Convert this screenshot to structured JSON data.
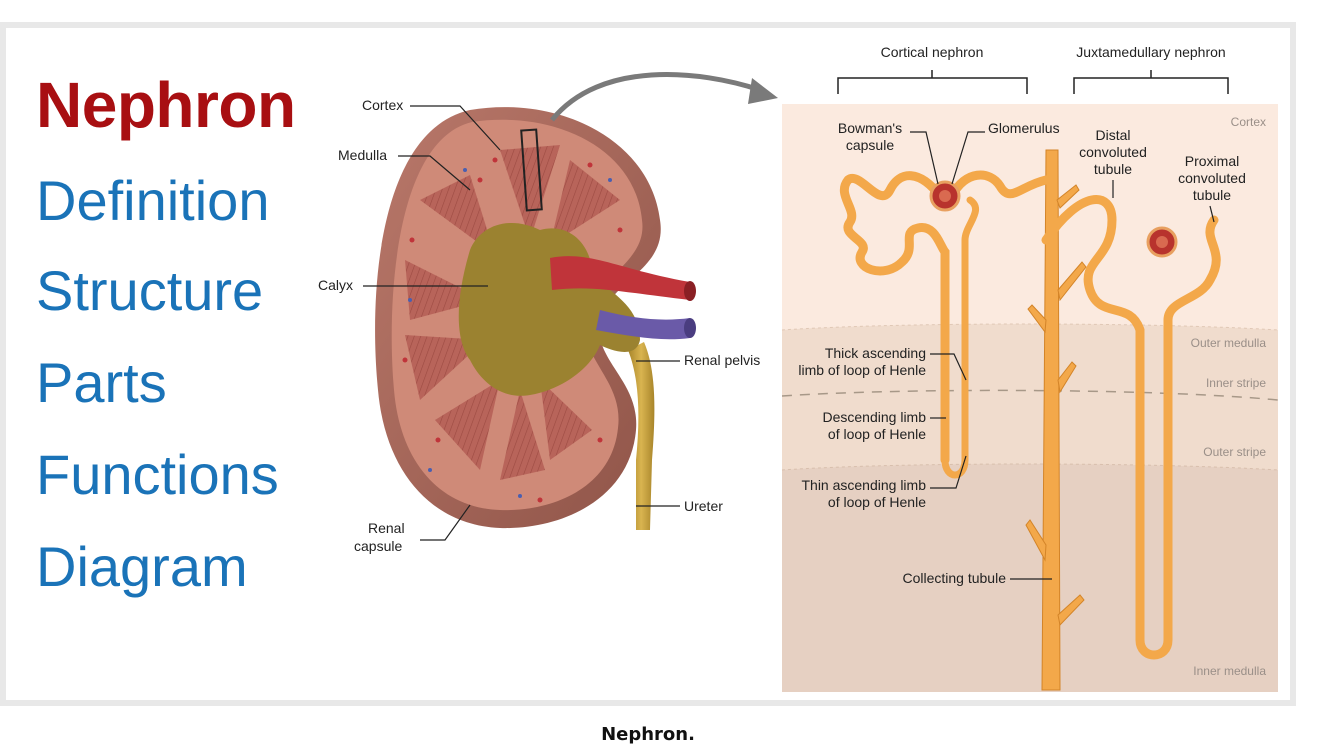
{
  "headline": {
    "title": "Nephron",
    "topics": [
      "Definition",
      "Structure",
      "Parts",
      "Functions",
      "Diagram"
    ]
  },
  "kidney_labels": {
    "cortex": "Cortex",
    "medulla": "Medulla",
    "calyx": "Calyx",
    "renal_pelvis": "Renal pelvis",
    "ureter": "Ureter",
    "renal_capsule_line1": "Renal",
    "renal_capsule_line2": "capsule"
  },
  "nephron_labels": {
    "cortical_nephron": "Cortical nephron",
    "juxtamedullary_nephron": "Juxtamedullary nephron",
    "bowmans_capsule_line1": "Bowman's",
    "bowmans_capsule_line2": "capsule",
    "glomerulus": "Glomerulus",
    "distal_line1": "Distal",
    "distal_line2": "convoluted",
    "distal_line3": "tubule",
    "proximal_line1": "Proximal",
    "proximal_line2": "convoluted",
    "proximal_line3": "tubule",
    "thick_ascending_line1": "Thick ascending",
    "thick_ascending_line2": "limb of loop of Henle",
    "descending_line1": "Descending limb",
    "descending_line2": "of loop of Henle",
    "thin_ascending_line1": "Thin ascending limb",
    "thin_ascending_line2": "of loop of Henle",
    "collecting_tubule": "Collecting tubule"
  },
  "zone_labels": {
    "cortex": "Cortex",
    "outer_medulla": "Outer medulla",
    "inner_stripe": "Inner stripe",
    "outer_stripe": "Outer stripe",
    "inner_medulla": "Inner medulla"
  },
  "caption": "Nephron.",
  "colors": {
    "title_red": "#a80f12",
    "topic_blue": "#1a73b8",
    "tubule_orange": "#f3a84a",
    "tubule_outline": "#d38428",
    "artery_red": "#c0343a",
    "vein_blue": "#6a5aa8",
    "kidney_cortex": "#c97766",
    "pyramid": "#b85a50",
    "pelvis": "#a78a2a"
  }
}
